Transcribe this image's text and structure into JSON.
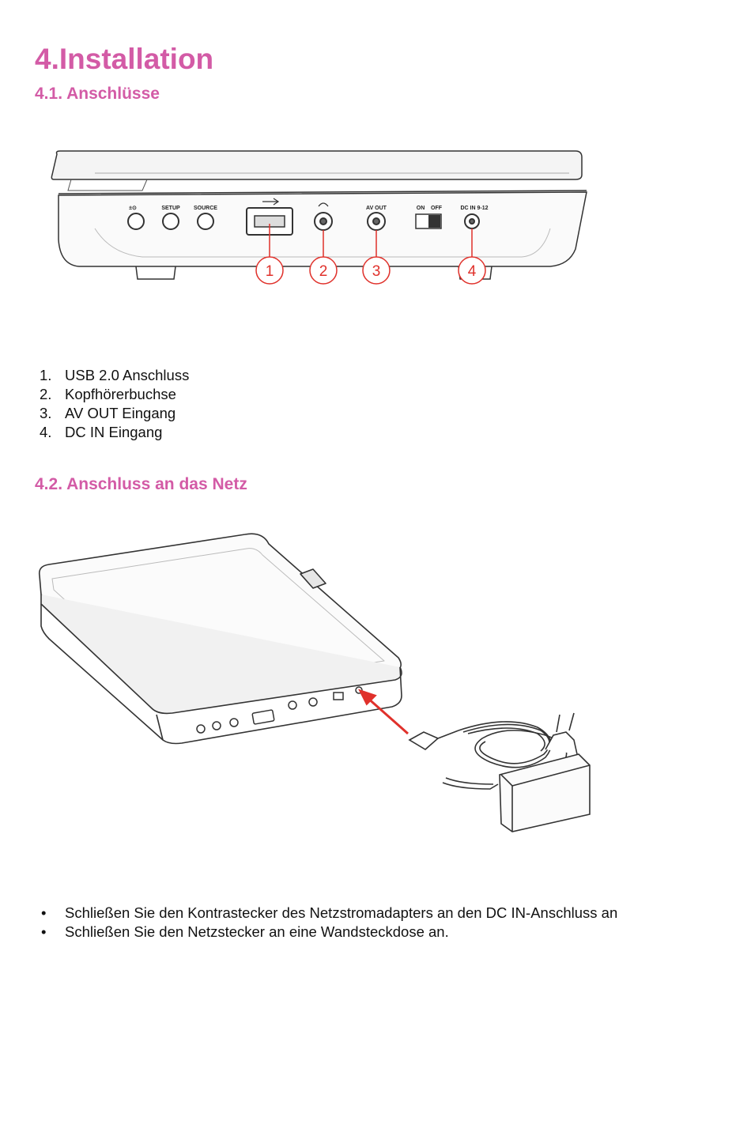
{
  "page": {
    "title": "4.Installation",
    "section_connections": "4.1. Anschlüsse",
    "section_power": "4.2. Anschluss an das Netz"
  },
  "figure_ports": {
    "port_labels": [
      "±⊙",
      "SETUP",
      "SOURCE",
      "AV OUT",
      "ON",
      "OFF",
      "DC IN 9-12"
    ],
    "callouts": [
      "1",
      "2",
      "3",
      "4"
    ],
    "callout_color": "#e0312b"
  },
  "connections": [
    {
      "num": "1.",
      "text": "USB 2.0 Anschluss"
    },
    {
      "num": "2.",
      "text": "Kopfhörerbuchse"
    },
    {
      "num": "3.",
      "text": "AV OUT Eingang"
    },
    {
      "num": "4.",
      "text": "DC IN Eingang"
    }
  ],
  "instructions": [
    "Schließen Sie den Kontrastecker des Netzstromadapters an den DC IN-Anschluss an",
    "Schließen Sie den Netzstecker an eine Wandsteckdose an."
  ],
  "colors": {
    "heading": "#d35ba6",
    "arrow": "#e0312b"
  }
}
